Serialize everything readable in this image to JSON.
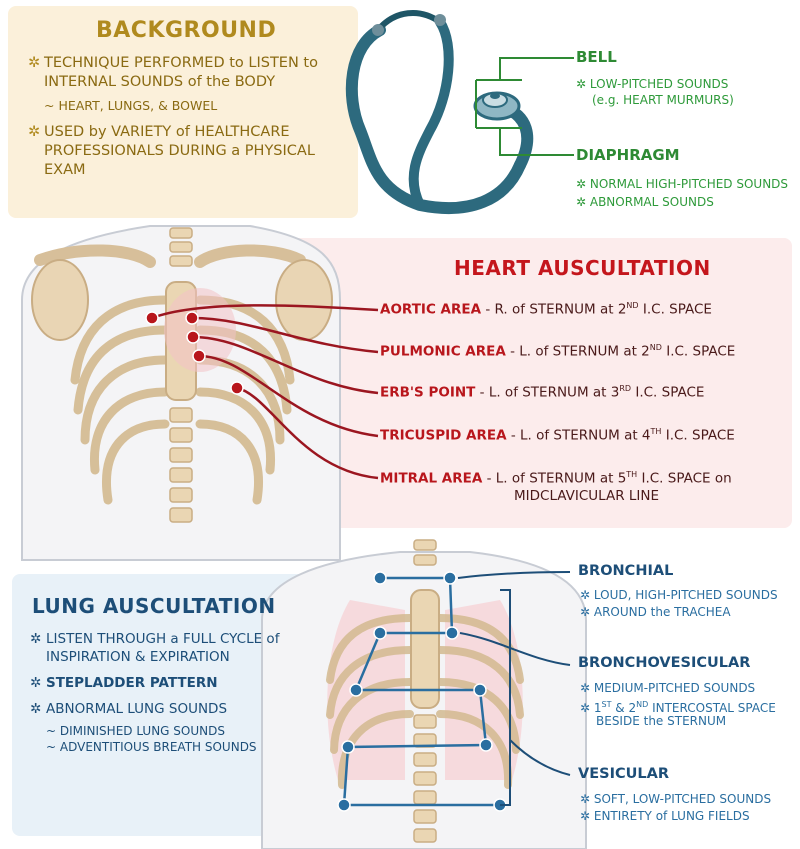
{
  "background": {
    "title": "BACKGROUND",
    "items": [
      "TECHNIQUE PERFORMED to LISTEN to INTERNAL SOUNDS of the BODY",
      "USED by VARIETY of HEALTHCARE PROFESSIONALS DURING a PHYSICAL EXAM"
    ],
    "sub": "~ HEART, LUNGS, & BOWEL"
  },
  "stethoscope": {
    "bell_title": "BELL",
    "bell_sub1": "✲ LOW-PITCHED SOUNDS",
    "bell_sub2": "(e.g. HEART MURMURS)",
    "diaphragm_title": "DIAPHRAGM",
    "diaphragm_sub1": "✲ NORMAL HIGH-PITCHED SOUNDS",
    "diaphragm_sub2": "✲ ABNORMAL SOUNDS"
  },
  "heart": {
    "title": "HEART AUSCULTATION",
    "areas": [
      {
        "name": "AORTIC AREA",
        "desc": " - R. of STERNUM at 2",
        "sup": "ND",
        "tail": " I.C. SPACE"
      },
      {
        "name": "PULMONIC AREA",
        "desc": " - L. of STERNUM at 2",
        "sup": "ND",
        "tail": " I.C. SPACE"
      },
      {
        "name": "ERB'S POINT",
        "desc": " - L. of STERNUM at 3",
        "sup": "RD",
        "tail": " I.C. SPACE"
      },
      {
        "name": "TRICUSPID AREA",
        "desc": "  - L. of STERNUM at 4",
        "sup": "TH",
        "tail": " I.C. SPACE"
      },
      {
        "name": "MITRAL AREA",
        "desc": " - L. of STERNUM at 5",
        "sup": "TH",
        "tail": " I.C. SPACE on"
      }
    ],
    "mitral_line2": "MIDCLAVICULAR LINE"
  },
  "lung": {
    "title": "LUNG AUSCULTATION",
    "items": [
      "LISTEN THROUGH a FULL CYCLE of INSPIRATION & EXPIRATION",
      "STEPLADDER PATTERN",
      "ABNORMAL LUNG SOUNDS"
    ],
    "subs": [
      "~ DIMINISHED LUNG SOUNDS",
      "~ ADVENTITIOUS BREATH SOUNDS"
    ]
  },
  "sounds": {
    "bronchial_title": "BRONCHIAL",
    "bronchial_sub1": "✲ LOUD, HIGH-PITCHED SOUNDS",
    "bronchial_sub2": "✲ AROUND the TRACHEA",
    "bv_title": "BRONCHOVESICULAR",
    "bv_sub1": "✲ MEDIUM-PITCHED SOUNDS",
    "bv_sub2a": "✲ 1",
    "bv_sup1": "ST",
    "bv_sub2b": " & 2",
    "bv_sup2": "ND",
    "bv_sub2c": " INTERCOSTAL SPACE",
    "bv_sub3": "BESIDE the STERNUM",
    "ves_title": "VESICULAR",
    "ves_sub1": "✲ SOFT, LOW-PITCHED SOUNDS",
    "ves_sub2": "✲ ENTIRETY of LUNG FIELDS"
  },
  "colors": {
    "gold": "#b08a1e",
    "red": "#c4161c",
    "navy": "#1d4e78",
    "green": "#2e8a34",
    "teal": "#2d6a7e"
  }
}
